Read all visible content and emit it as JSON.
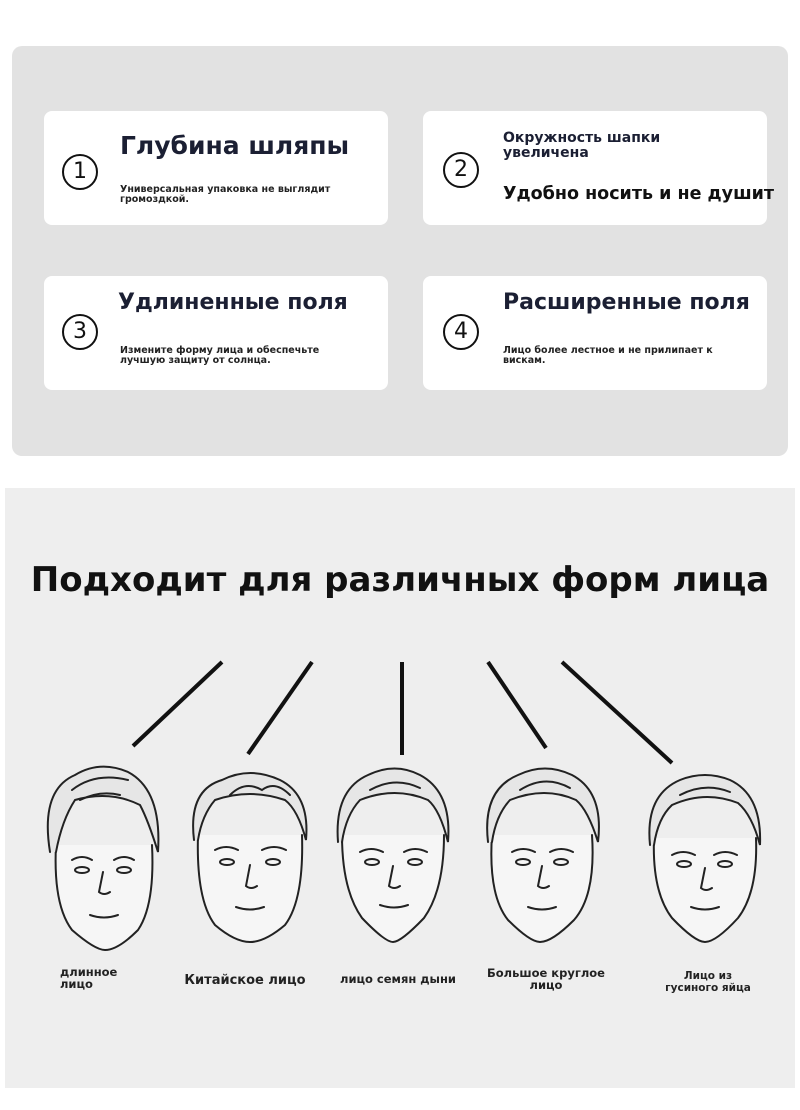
{
  "features": [
    {
      "number": "1",
      "title": "Глубина шляпы",
      "description": "Универсальная упаковка не выглядит громоздкой."
    },
    {
      "number": "2",
      "title_line1": "Окружность шапки",
      "title_line2": "увеличена",
      "subtitle": "Удобно носить и не душит"
    },
    {
      "number": "3",
      "title": "Удлиненные поля",
      "description": "Измените форму лица и обеспечьте лучшую защиту от солнца."
    },
    {
      "number": "4",
      "title": "Расширенные поля",
      "description": "Лицо более лестное и не прилипает к вискам."
    }
  ],
  "section_title": "Подходит для различных форм лица",
  "face_shapes": [
    {
      "line1": "длинное",
      "line2": "лицо"
    },
    {
      "line1": "Китайское лицо"
    },
    {
      "line1": "лицо семян дыни"
    },
    {
      "line1": "Большое круглое",
      "line2": "лицо"
    },
    {
      "line1": "Лицо из",
      "line2": "гусиного яйца"
    }
  ]
}
